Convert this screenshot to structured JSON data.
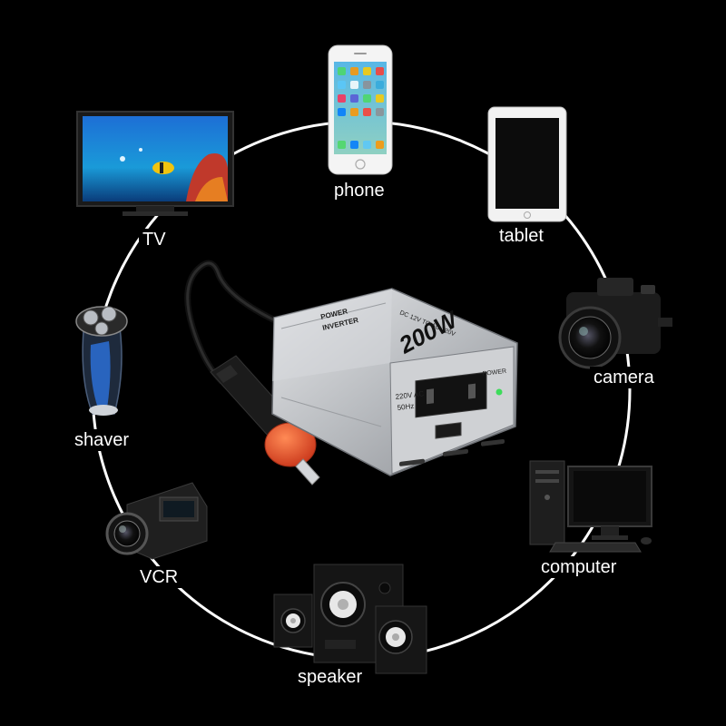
{
  "devices": {
    "phone": "phone",
    "tablet": "tablet",
    "camera": "camera",
    "computer": "computer",
    "speaker": "speaker",
    "vcr": "VCR",
    "shaver": "shaver",
    "tv": "TV"
  },
  "inverter": {
    "power_rating": "200W",
    "brand_line1": "POWER",
    "brand_line2": "INVERTER",
    "spec_text": "DC 12V TO AC 220V",
    "output_line1": "220V AC",
    "output_line2": "50Hz",
    "power_indicator": "POWER"
  },
  "colors": {
    "background": "#000000",
    "ring": "#ffffff",
    "inverter_body": "#c9cbce",
    "plug_tip": "#e8552b",
    "power_led": "#3ddc5a"
  }
}
